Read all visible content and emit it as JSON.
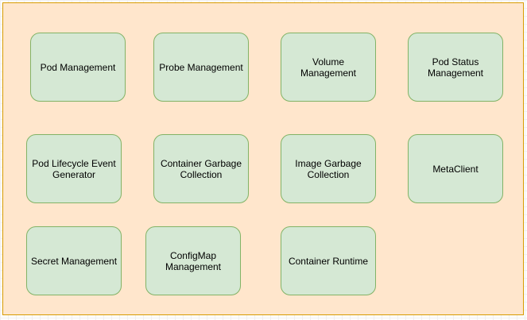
{
  "colors": {
    "container_fill": "#ffe6cc",
    "container_stroke": "#d79b00",
    "node_fill": "#d5e8d4",
    "node_stroke": "#82b366"
  },
  "nodes": [
    {
      "label": "Pod Management"
    },
    {
      "label": "Probe Management"
    },
    {
      "label": "Volume Management"
    },
    {
      "label": "Pod Status\nManagement"
    },
    {
      "label": "Pod Lifecycle Event\nGenerator"
    },
    {
      "label": "Container Garbage\nCollection"
    },
    {
      "label": "Image Garbage\nCollection"
    },
    {
      "label": "MetaClient"
    },
    {
      "label": "Secret Management"
    },
    {
      "label": "ConfigMap\nManagement"
    },
    {
      "label": "Container Runtime"
    }
  ]
}
